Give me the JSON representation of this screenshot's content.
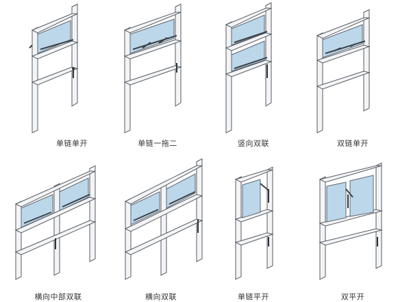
{
  "colors": {
    "frame": "#f3f4f6",
    "frame_side": "#d8dbe0",
    "glass": "#bcd7ea",
    "outline": "#555a60",
    "caption": "#333333"
  },
  "diagrams": [
    {
      "label": "单链单开"
    },
    {
      "label": "单链一拖二"
    },
    {
      "label": "竖向双联"
    },
    {
      "label": "双链单开"
    },
    {
      "label": "横向中部双联"
    },
    {
      "label": "横向双联"
    },
    {
      "label": "单链平开"
    },
    {
      "label": "双平开"
    }
  ]
}
